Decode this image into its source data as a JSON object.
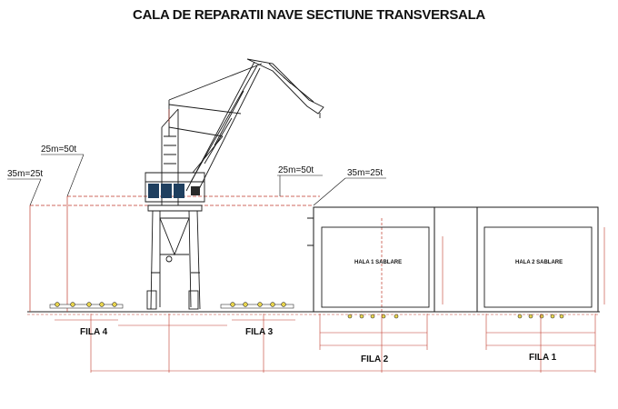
{
  "title": "CALA DE REPARATII NAVE SECTIUNE TRANSVERSALA",
  "crane_capacities": {
    "left_near": "25m=50t",
    "left_far": "35m=25t",
    "right_near": "25m=50t",
    "right_far": "35m=25t"
  },
  "halls": {
    "hall1": "HALA 1 SABLARE",
    "hall2": "HALA 2 SABLARE"
  },
  "rows": {
    "fila4": "FILA 4",
    "fila3": "FILA 3",
    "fila2": "FILA 2",
    "fila1": "FILA 1"
  },
  "colors": {
    "drawing_line": "#1a1a1a",
    "dimension_line": "#c0392b",
    "support_blocks": "#e8d44d",
    "crane_cab": "#1f3f5f"
  }
}
